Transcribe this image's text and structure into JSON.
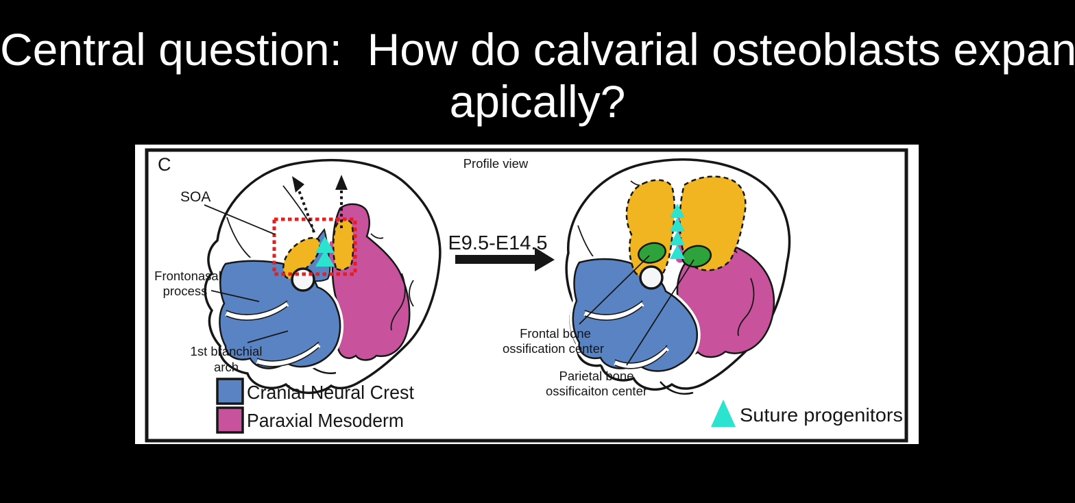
{
  "slide": {
    "background": "#000000",
    "title": {
      "line1": "Central question:  How do calvarial osteoblasts expand",
      "line2": "apically?",
      "color": "#ffffff"
    }
  },
  "figure": {
    "panel_label": "C",
    "view_label": "Profile view",
    "stage_transition": "E9.5-E14.5",
    "left_head": {
      "soa_label": "SOA",
      "frontonasal_label_line1": "Frontonasal",
      "frontonasal_label_line2": "process",
      "branchial_label_line1": "1st branchial",
      "branchial_label_line2": "arch"
    },
    "right_head": {
      "frontal_label_line1": "Frontal bone",
      "frontal_label_line2": "ossification center",
      "parietal_label_line1": "Parietal bone",
      "parietal_label_line2": "ossificaiton center"
    },
    "legend": {
      "items": [
        {
          "label": "Cranial Neural Crest",
          "color": "#5983C2"
        },
        {
          "label": "Paraxial Mesoderm",
          "color": "#C8539C"
        }
      ],
      "suture": {
        "label": "Suture progenitors",
        "color": "#2BE3CE"
      }
    },
    "colors": {
      "neural_crest_blue": "#5983C2",
      "mesoderm_pink": "#C8539C",
      "osteogenic_yellow": "#F1B521",
      "ossification_green": "#2FA33B",
      "suture_cyan": "#2BE3CE",
      "soa_box_red": "#E51E1E",
      "outline_black": "#161616"
    }
  }
}
